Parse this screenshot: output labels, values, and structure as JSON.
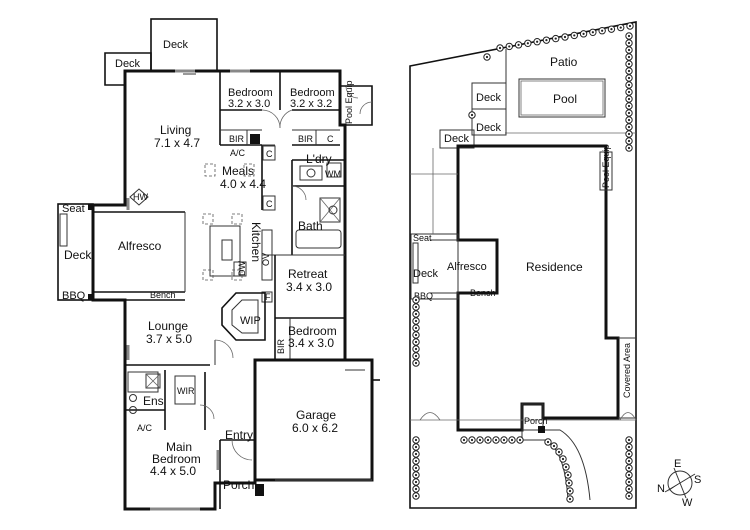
{
  "ground_floor_plan": {
    "rooms": {
      "deck_top_left": "Deck",
      "deck_top": "Deck",
      "bedroom_a": {
        "name": "Bedroom",
        "size": "3.2 x 3.0"
      },
      "bedroom_b": {
        "name": "Bedroom",
        "size": "3.2 x 3.2"
      },
      "pool_equip": "Pool Equip",
      "bir_a": "BIR",
      "bir_b": "BIR",
      "ac_top": "A/C",
      "cupboard_1": "C",
      "cupboard_2": "C",
      "cupboard_3": "C",
      "living": {
        "name": "Living",
        "size": "7.1 x 4.7"
      },
      "meals": {
        "name": "Meals",
        "size": "4.0 x 4.4"
      },
      "laundry": "L'dry",
      "wm": "WM",
      "hw": "HW",
      "bath": "Bath",
      "seat": "Seat",
      "deck_left": "Deck",
      "bbq": "BBQ",
      "alfresco": "Alfresco",
      "kitchen": "Kitchen",
      "dw": "DW",
      "ov": "OV",
      "fridge": "F",
      "retreat": {
        "name": "Retreat",
        "size": "3.4 x 3.0"
      },
      "bench": "Bench",
      "wip": "WIP",
      "lounge": {
        "name": "Lounge",
        "size": "3.7 x 5.0"
      },
      "bedroom_c": {
        "name": "Bedroom",
        "size": "3.4 x 3.0"
      },
      "bir_c": "BIR",
      "ens": "Ens",
      "wir": "WIR",
      "ac_bottom": "A/C",
      "garage": {
        "name": "Garage",
        "size": "6.0 x 6.2"
      },
      "main_bedroom": {
        "name": "Main Bedroom",
        "size": "4.4 x 5.0"
      },
      "entry": "Entry",
      "porch": "Porch"
    }
  },
  "site_plan": {
    "labels": {
      "patio": "Patio",
      "pool": "Pool",
      "deck_1": "Deck",
      "deck_2": "Deck",
      "deck_3": "Deck",
      "pool_equip": "Pool Equip",
      "seat": "Seat",
      "deck_left": "Deck",
      "alfresco": "Alfresco",
      "bbq": "BBQ",
      "bench": "Bench",
      "residence": "Residence",
      "covered_area": "Covered Area",
      "porch": "Porch"
    }
  },
  "compass": {
    "n": "N",
    "e": "E",
    "s": "S",
    "w": "W"
  }
}
